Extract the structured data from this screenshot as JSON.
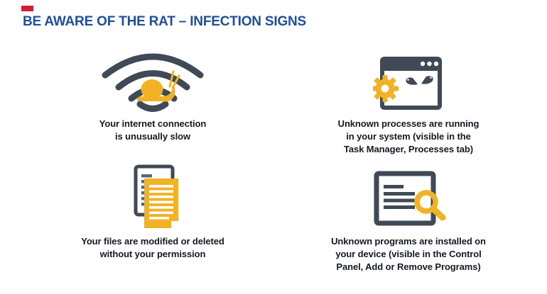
{
  "page": {
    "title": "BE AWARE OF THE RAT – INFECTION SIGNS",
    "colors": {
      "title_blue": "#1f4e9c",
      "icon_slate": "#3f4a56",
      "icon_yellow": "#f2b225",
      "accent_red": "#ce2030",
      "caption_text": "#131a24"
    }
  },
  "signs": [
    {
      "id": "slow-connection",
      "icon": "wifi-snail-icon",
      "caption": "Your internet connection\nis unusually slow"
    },
    {
      "id": "unknown-processes",
      "icon": "browser-gear-evil-eyes-icon",
      "caption": "Unknown processes are running\nin your system (visible in the\nTask Manager, Processes tab)"
    },
    {
      "id": "modified-files",
      "icon": "documents-icon",
      "caption": "Your files are modified or deleted\nwithout your permission"
    },
    {
      "id": "unknown-programs",
      "icon": "window-magnifier-icon",
      "caption": "Unknown programs are installed on\nyour device (visible in the Control\nPanel, Add or Remove Programs)"
    }
  ]
}
